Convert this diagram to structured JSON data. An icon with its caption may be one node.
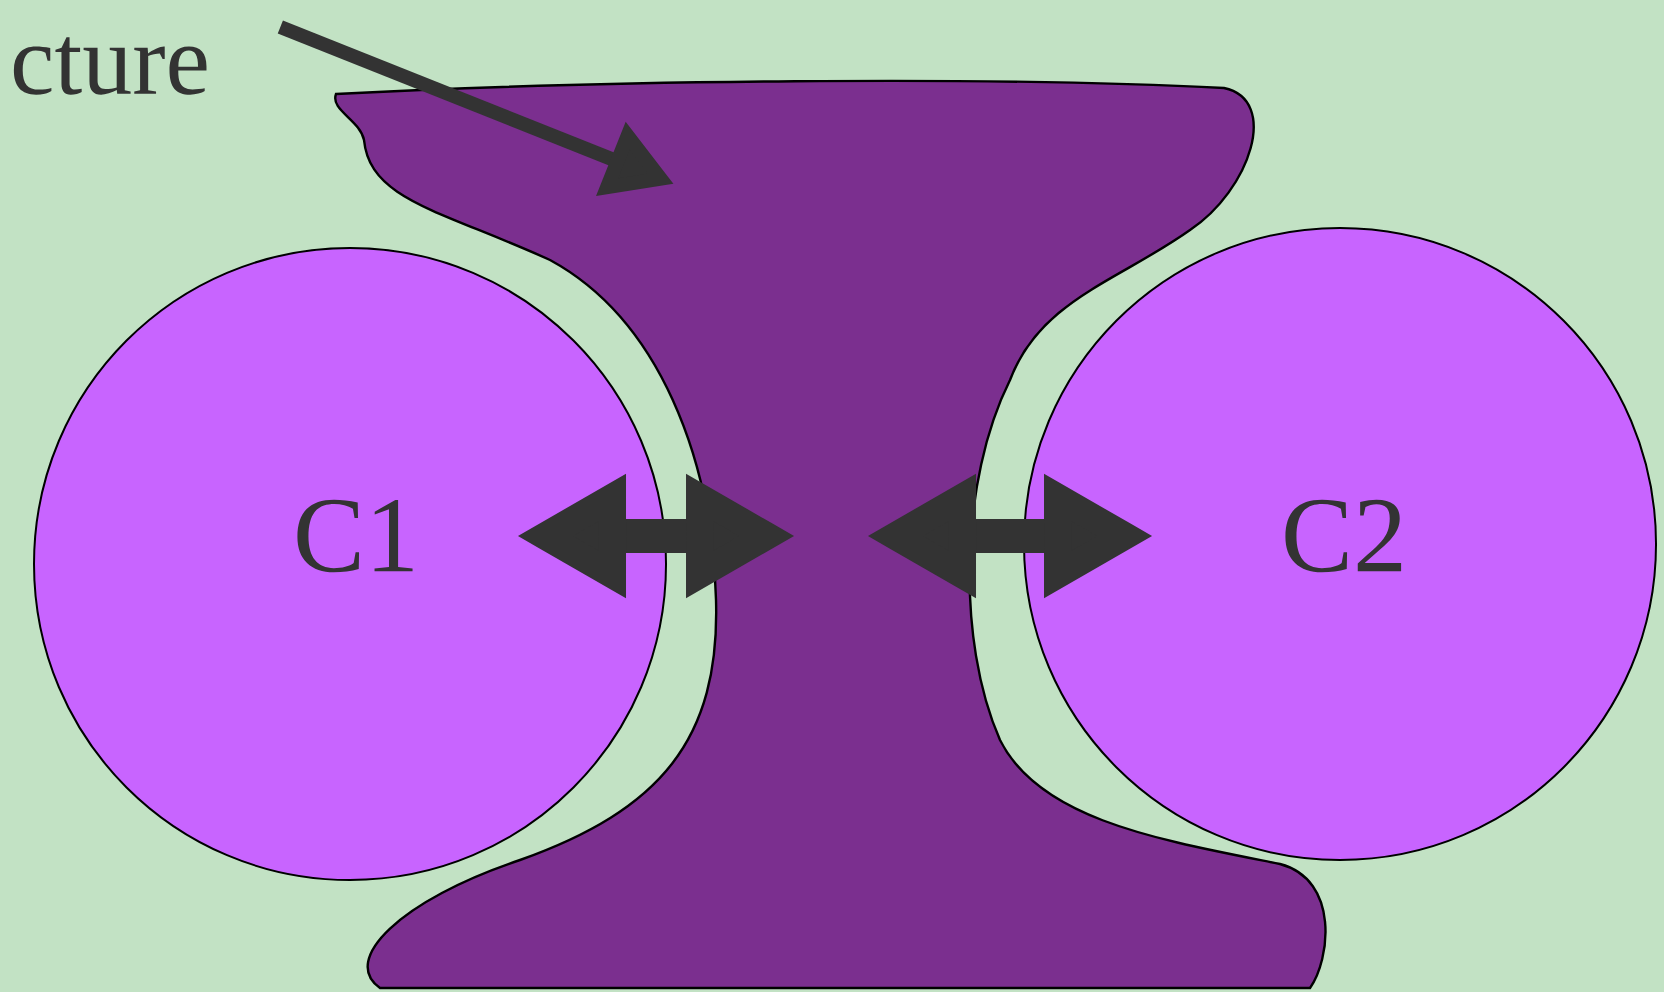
{
  "diagram": {
    "nodes": [
      {
        "text": [
          "cture"
        ]
      },
      {
        "text": [],
        "shape": "blob"
      },
      {
        "text": [
          "C1"
        ]
      },
      {
        "text": [
          "C2"
        ]
      }
    ],
    "edges": [
      {
        "from": 0,
        "to": 1,
        "arrow": "to"
      },
      {
        "from": 2,
        "to": 1,
        "arrow": "both"
      },
      {
        "from": 1,
        "to": 3,
        "arrow": "both"
      }
    ]
  }
}
